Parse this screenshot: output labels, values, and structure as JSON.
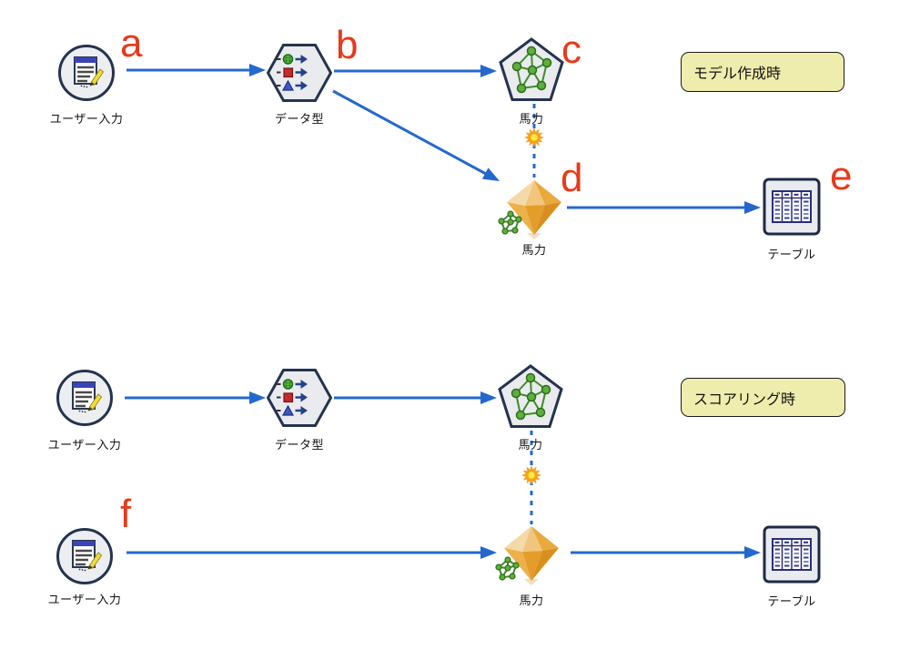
{
  "colors": {
    "connector_blue": "#2468cd",
    "node_fill": "#e9ebee",
    "node_border": "#25334e",
    "caption_bg": "#efedad",
    "annotation_red": "#e63a1c",
    "nugget_gold": "#e8a33d",
    "network_green": "#3e8d27",
    "table_icon_navy": "#2a2d7c"
  },
  "icons": {
    "user_input": "form-with-pencil-icon",
    "data_type": "field-types-icon",
    "neural_model": "neural-network-pentagon-icon",
    "model_nugget": "gold-nugget-icon",
    "table": "table-grid-icon",
    "refresh": "sunburst-icon"
  },
  "top_flow": {
    "caption": "モデル作成時",
    "nodes": {
      "user_input": {
        "label": "ユーザー入力",
        "annotation": "a"
      },
      "data_type": {
        "label": "データ型",
        "annotation": "b"
      },
      "neural_model": {
        "label": "馬力",
        "annotation": "c"
      },
      "model_nugget": {
        "label": "馬力",
        "annotation": "d"
      },
      "table": {
        "label": "テーブル",
        "annotation": "e"
      }
    }
  },
  "bottom_flow": {
    "caption": "スコアリング時",
    "nodes": {
      "user_input_top": {
        "label": "ユーザー入力"
      },
      "data_type": {
        "label": "データ型"
      },
      "neural_model": {
        "label": "馬力"
      },
      "user_input_bottom": {
        "label": "ユーザー入力",
        "annotation": "f"
      },
      "model_nugget": {
        "label": "馬力"
      },
      "table": {
        "label": "テーブル"
      }
    }
  }
}
